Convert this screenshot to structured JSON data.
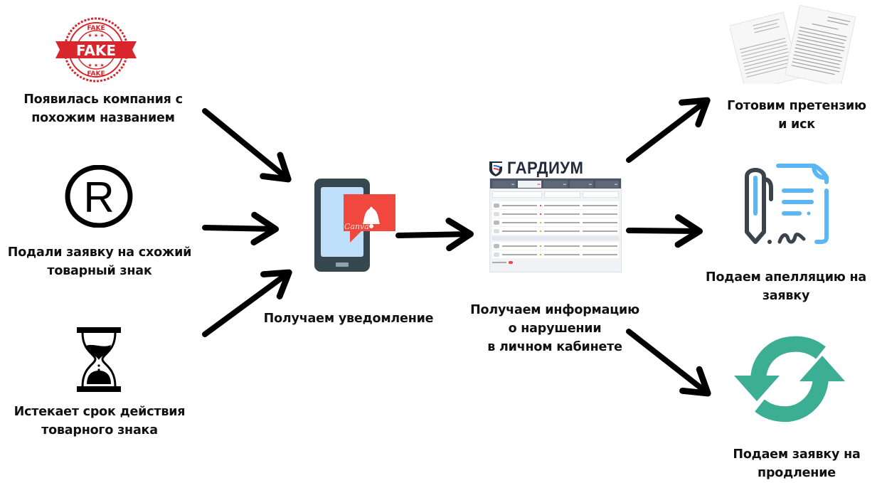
{
  "diagram": {
    "type": "flow",
    "sources": [
      {
        "id": "fake-company",
        "icon": "fake-stamp-icon",
        "stamp_text": "FAKE",
        "label": "Появилась компания с\nпохожим названием"
      },
      {
        "id": "similar-trademark",
        "icon": "registered-trademark-icon",
        "icon_glyph": "R",
        "label": "Подали заявку на схожий\nтоварный знак"
      },
      {
        "id": "expiring-trademark",
        "icon": "hourglass-icon",
        "label": "Истекает срок действия\nтоварного знака"
      }
    ],
    "notification": {
      "icon": "phone-notification-icon",
      "watermark": "Canva",
      "label": "Получаем уведомление"
    },
    "cabinet": {
      "brand": "ГАРДИУМ",
      "icon": "dashboard-screenshot",
      "label": "Получаем информацию\nо нарушении\nв личном кабинете"
    },
    "outcomes": [
      {
        "id": "claim",
        "icon": "legal-documents-icon",
        "label": "Готовим претензию\nи иск"
      },
      {
        "id": "appeal",
        "icon": "pen-document-icon",
        "label": "Подаем апелляцию на\nзаявку"
      },
      {
        "id": "renewal",
        "icon": "renew-arrows-icon",
        "label": "Подаем заявку на\nпродление"
      }
    ],
    "edges": [
      [
        "fake-company",
        "notification"
      ],
      [
        "similar-trademark",
        "notification"
      ],
      [
        "expiring-trademark",
        "notification"
      ],
      [
        "notification",
        "cabinet"
      ],
      [
        "cabinet",
        "claim"
      ],
      [
        "cabinet",
        "appeal"
      ],
      [
        "cabinet",
        "renewal"
      ]
    ],
    "colors": {
      "stamp_red": "#d9262c",
      "notification_red": "#f0483e",
      "phone_dark": "#37474f",
      "phone_screen": "#bfe0fb",
      "pen_dark": "#3c434c",
      "doc_blue": "#5bb6f5",
      "renew_teal": "#3cae94",
      "brand_dark": "#222c3b"
    }
  }
}
